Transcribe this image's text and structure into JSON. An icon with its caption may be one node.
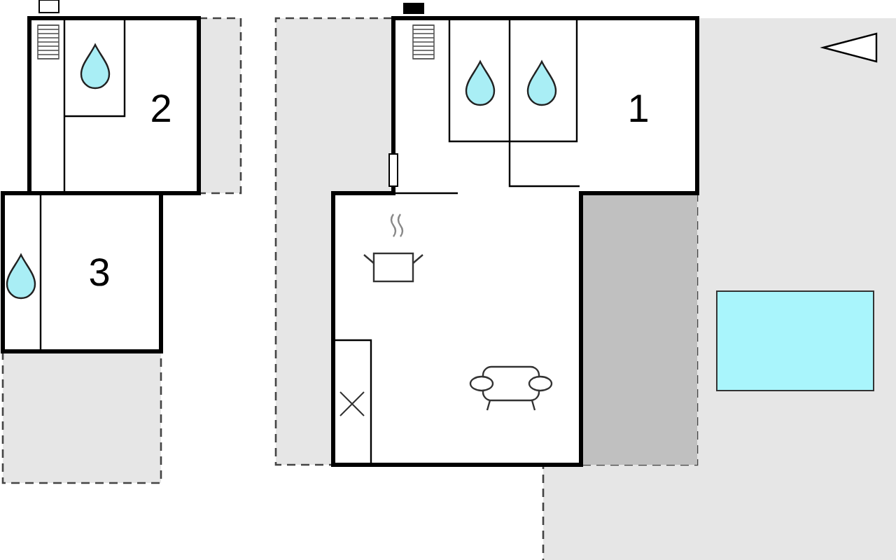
{
  "diagram": {
    "labels": [
      "2",
      "1",
      "3"
    ]
  }
}
